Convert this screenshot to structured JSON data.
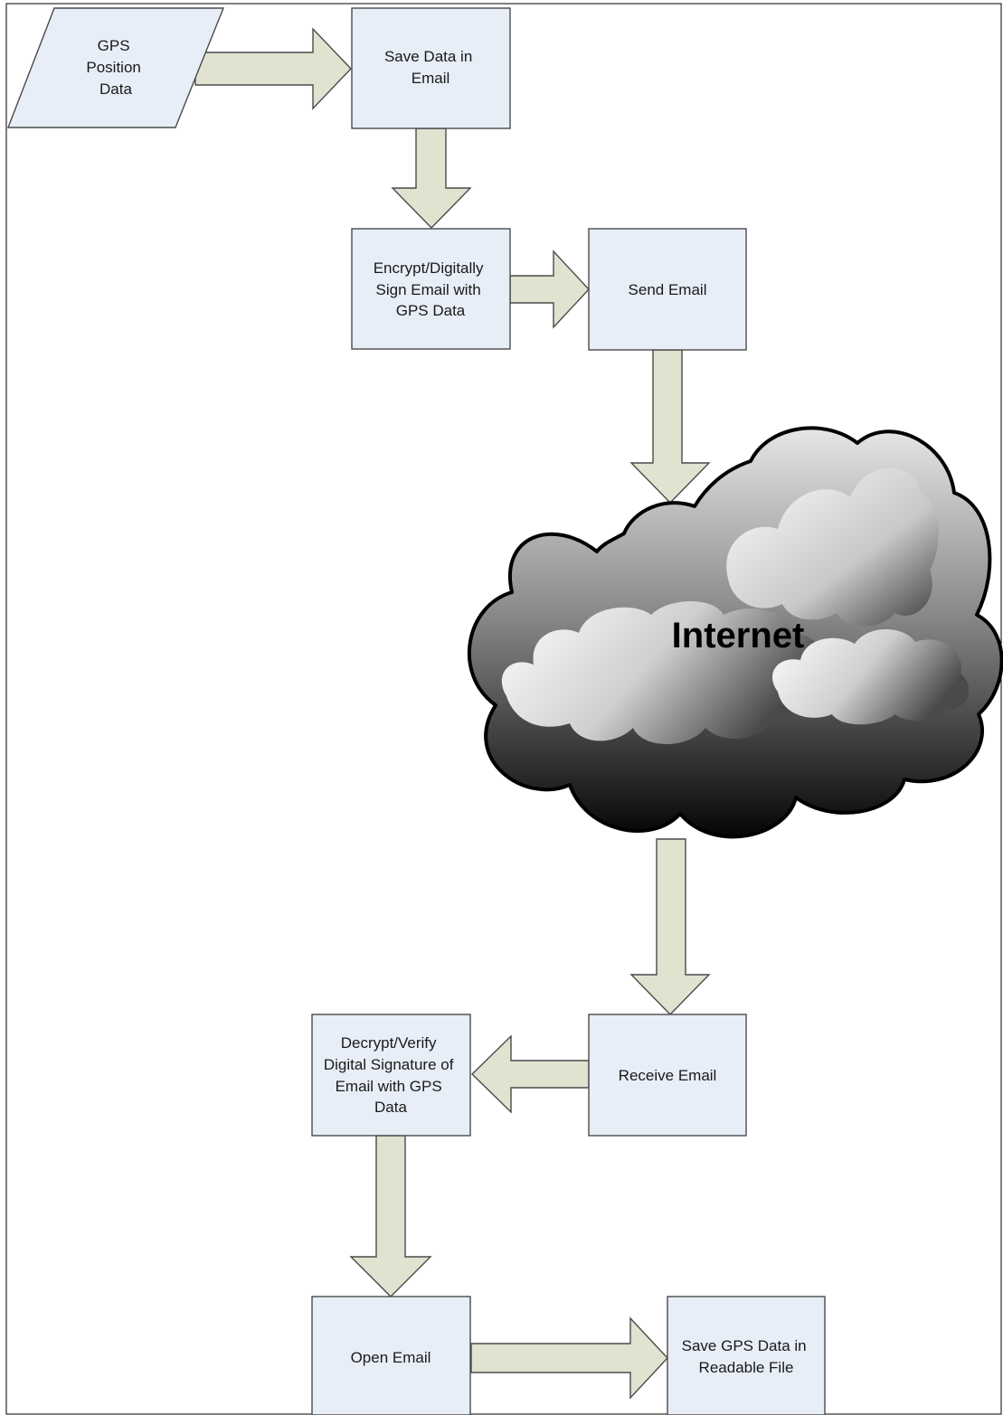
{
  "diagram": {
    "nodes": {
      "gps_input": {
        "lines": [
          "GPS",
          "Position",
          "Data"
        ]
      },
      "save_email": {
        "lines": [
          "Save Data in",
          "Email"
        ]
      },
      "encrypt_sign": {
        "lines": [
          "Encrypt/Digitally",
          "Sign Email with",
          "GPS Data"
        ]
      },
      "send_email": {
        "lines": [
          "Send Email"
        ]
      },
      "internet": {
        "label": "Internet"
      },
      "receive_email": {
        "lines": [
          "Receive Email"
        ]
      },
      "decrypt_verify": {
        "lines": [
          "Decrypt/Verify",
          "Digital Signature of",
          "Email with GPS",
          "Data"
        ]
      },
      "open_email": {
        "lines": [
          "Open Email"
        ]
      },
      "save_gps_file": {
        "lines": [
          "Save GPS Data in",
          "Readable File"
        ]
      }
    },
    "colors": {
      "box_fill": "#e8eef7",
      "arrow_fill": "#dfe3d0",
      "border": "#4a4a4a"
    }
  }
}
